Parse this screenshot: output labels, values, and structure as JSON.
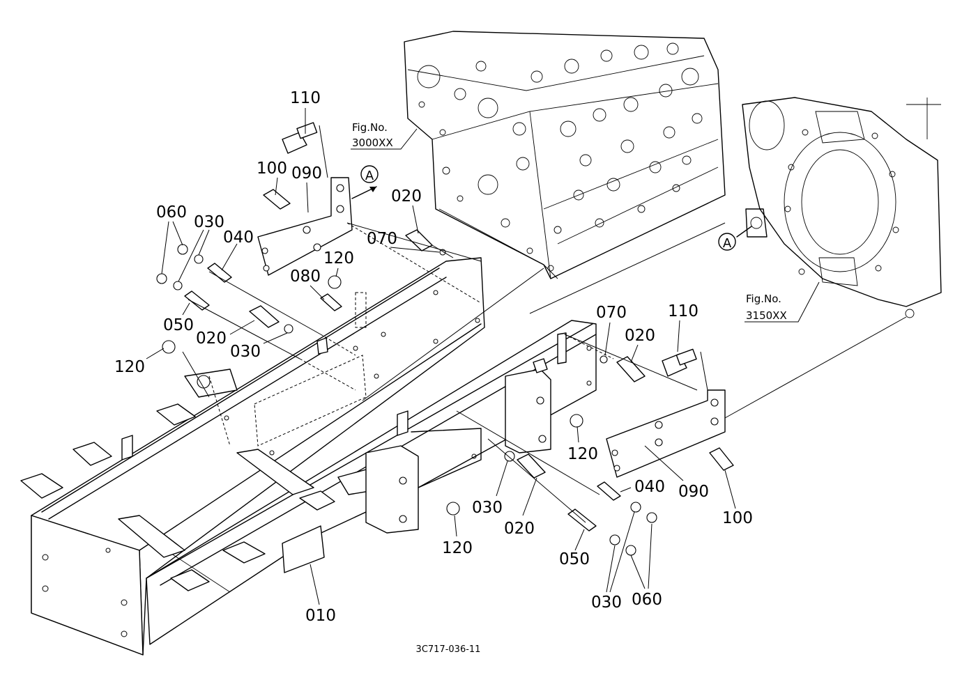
{
  "drawing_code": "3C717-036-11",
  "fig_refs": [
    {
      "label": "Fig.No.",
      "number": "3000XX"
    },
    {
      "label": "Fig.No.",
      "number": "3150XX"
    }
  ],
  "view_marker": "A",
  "callouts": [
    "110",
    "100",
    "090",
    "020",
    "070",
    "060",
    "030",
    "040",
    "120",
    "080",
    "050",
    "020",
    "030",
    "120",
    "070",
    "020",
    "110",
    "120",
    "030",
    "020",
    "040",
    "090",
    "100",
    "120",
    "050",
    "030",
    "060",
    "010"
  ]
}
